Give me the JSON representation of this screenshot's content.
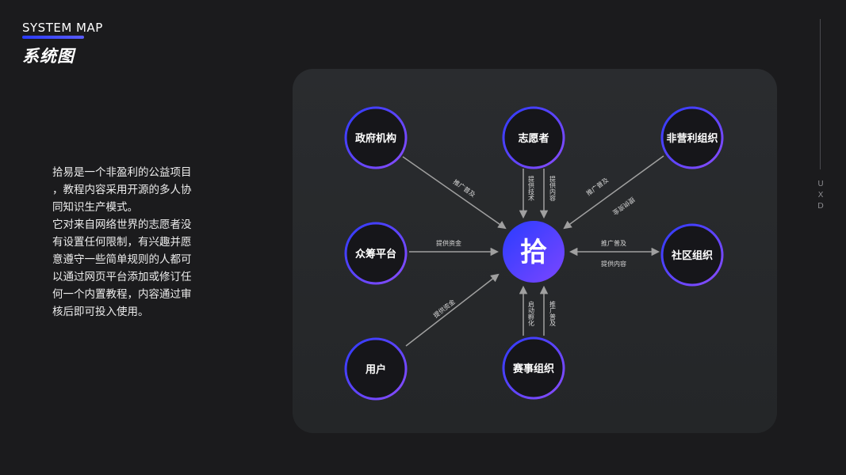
{
  "header": {
    "title_en": "SYSTEM MAP",
    "title_cn": "系统图"
  },
  "description": {
    "lines": [
      "拾易是一个非盈利的公益项目",
      "，教程内容采用开源的多人协",
      "同知识生产模式。",
      "它对来自网络世界的志愿者没",
      "有设置任何限制，有兴趣并愿",
      "意遵守一些简单规则的人都可",
      "以通过网页平台添加或修订任",
      "何一个内置教程，内容通过审",
      "核后即可投入使用。"
    ]
  },
  "side": {
    "letters": [
      "U",
      "X",
      "D"
    ]
  },
  "center": {
    "label": "拾"
  },
  "nodes": {
    "government": "政府机构",
    "volunteer": "志愿者",
    "nonprofit": "非营利组织",
    "crowdfunding": "众筹平台",
    "community": "社区组织",
    "user": "用户",
    "competition": "赛事组织"
  },
  "edges": {
    "government": "推广普及",
    "volunteer_tech": "提供技术",
    "volunteer_content": "提供内容",
    "nonprofit_promote": "推广普及",
    "nonprofit_funding": "提供资金",
    "crowdfunding": "提供资金",
    "community_promote": "推广普及",
    "community_content": "提供内容",
    "user": "提供资金",
    "competition_incubate": "启动孵化",
    "competition_promote": "推广普及"
  },
  "colors": {
    "background": "#1b1b1d",
    "panel": "#28292c",
    "accent_blue": "#2f3bff",
    "accent_purple": "#7a4cff",
    "arrow": "#9a9a9a"
  }
}
